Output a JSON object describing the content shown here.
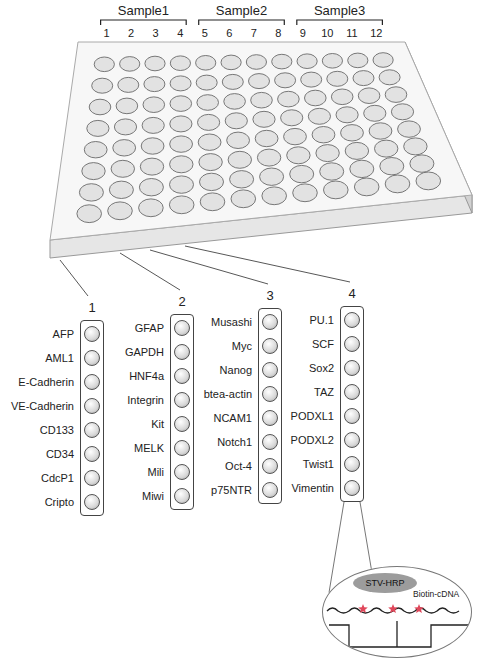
{
  "diagram": {
    "nodes": [
      {
        "text": [
          "1",
          "AFP",
          "AML1",
          "E-Cadherin",
          "VE-Cadherin",
          "CD133",
          "CD34",
          "CdcP1",
          "Cripto"
        ]
      },
      {
        "text": [
          "2",
          "GFAP",
          "GAPDH",
          "HNF4a",
          "Integrin",
          "Kit",
          "MELK",
          "Mili",
          "Miwi"
        ]
      },
      {
        "text": [
          "3",
          "Musashi",
          "Myc",
          "Nanog",
          "btea-actin",
          "NCAM1",
          "Notch1",
          "Oct-4",
          "p75NTR"
        ]
      },
      {
        "text": [
          "4",
          "PU.1",
          "SCF",
          "Sox2",
          "TAZ",
          "PODXL1",
          "PODXL2",
          "Twist1",
          "Vimentin"
        ]
      },
      {
        "text": [
          "Biotin-cDNA"
        ]
      },
      {
        "text": [
          "STV-HRP"
        ],
        "in": 4
      }
    ],
    "edges": [
      {
        "from": 3,
        "to": 4,
        "arrow": "none"
      },
      {
        "from": 3,
        "to": 4,
        "arrow": "none"
      }
    ],
    "labels": [
      "Sample1",
      "Sample2",
      "Sample3",
      "1",
      "2",
      "3",
      "4",
      "5",
      "6",
      "7",
      "8",
      "9",
      "10",
      "11",
      "12"
    ]
  }
}
